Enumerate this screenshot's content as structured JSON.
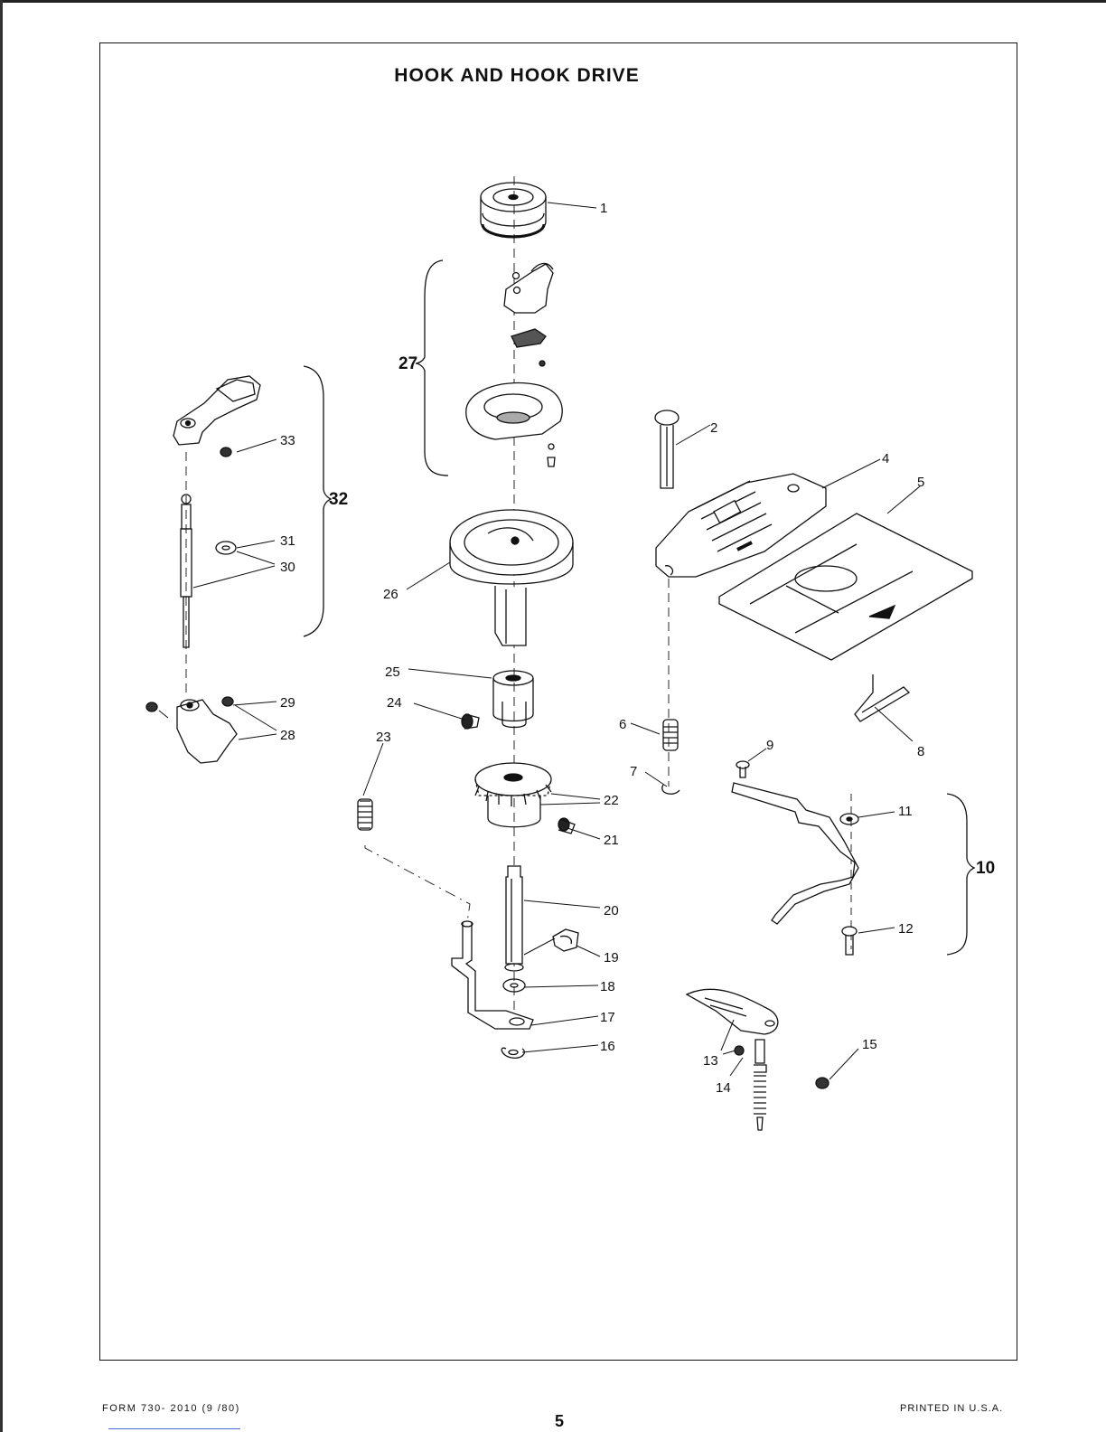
{
  "page": {
    "title": "HOOK AND HOOK DRIVE",
    "footer_left": "FORM 730- 2010 (9 /80)",
    "footer_right": "PRINTED IN U.S.A.",
    "page_number": "5"
  },
  "callouts": {
    "c1": "1",
    "c2": "2",
    "c4": "4",
    "c5": "5",
    "c6": "6",
    "c7": "7",
    "c8": "8",
    "c9": "9",
    "c10": "10",
    "c11": "11",
    "c12": "12",
    "c13": "13",
    "c14": "14",
    "c15": "15",
    "c16": "16",
    "c17": "17",
    "c18": "18",
    "c19": "19",
    "c20": "20",
    "c21": "21",
    "c22": "22",
    "c23": "23",
    "c24": "24",
    "c25": "25",
    "c26": "26",
    "c27": "27",
    "c28": "28",
    "c29": "29",
    "c30": "30",
    "c31": "31",
    "c32": "32",
    "c33": "33"
  }
}
